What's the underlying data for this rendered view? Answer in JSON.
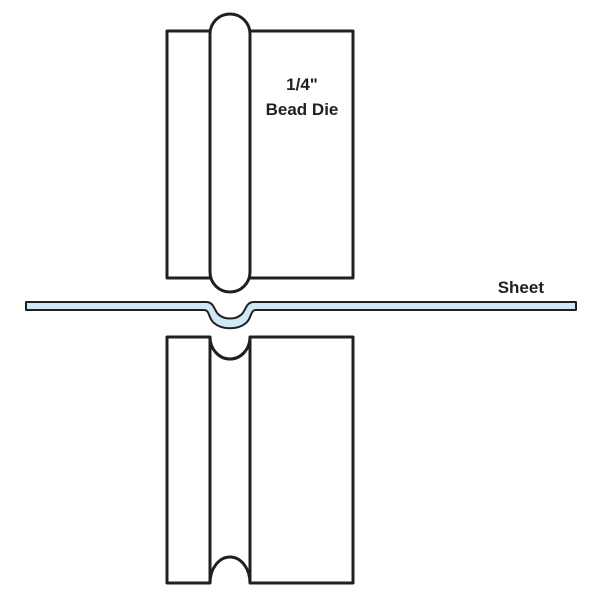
{
  "upper_die": {
    "size_label": "1/4\"",
    "name_label": "Bead Die"
  },
  "sheet": {
    "label": "Sheet"
  },
  "colors": {
    "stroke": "#231f20",
    "sheet_fill": "#cfe8f5",
    "background": "#ffffff"
  }
}
